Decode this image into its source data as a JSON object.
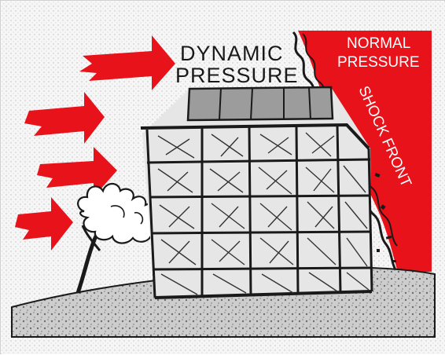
{
  "labels": {
    "dynamic_line1": "DYNAMIC",
    "dynamic_line2": "PRESSURE",
    "normal_line1": "NORMAL",
    "normal_line2": "PRESSURE",
    "shock_front": "SHOCK FRONT"
  },
  "colors": {
    "blast_red": "#e8121b",
    "ink": "#1a1a1a",
    "ground": "#c9c9c9",
    "label_white": "#ffffff"
  },
  "icons": {
    "arrows": "pressure-arrow",
    "tree": "tree-icon",
    "building": "building-icon"
  }
}
